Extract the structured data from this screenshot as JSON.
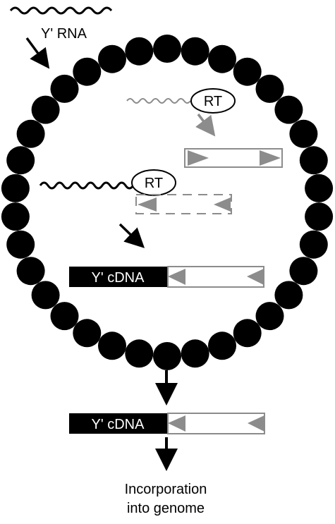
{
  "labels": {
    "y_rna": "Y' RNA",
    "rt_top": "RT",
    "rt_middle": "RT",
    "cdna_inside": "Y' cDNA",
    "cdna_outside": "Y' cDNA",
    "incorporation_line1": "Incorporation",
    "incorporation_line2": "into genome"
  },
  "colors": {
    "bead": "#000000",
    "gray": "#8c8c8c",
    "black": "#000000",
    "cdna_text": "#ffffff"
  }
}
